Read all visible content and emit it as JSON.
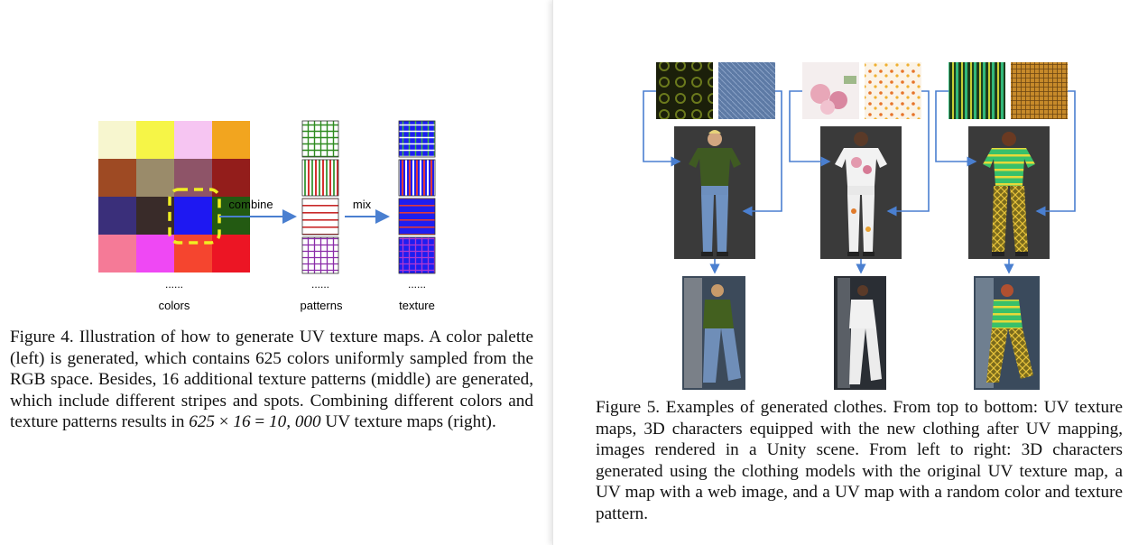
{
  "figure4": {
    "palette": [
      [
        "#f7f6cf",
        "#f6f547",
        "#f6c5f2",
        "#f2a51f"
      ],
      [
        "#9e4a23",
        "#9a8b6a",
        "#8e5468",
        "#931d1b"
      ],
      [
        "#3a2f7a",
        "#392b29",
        "#1e18f2",
        "#235a12"
      ],
      [
        "#f57a97",
        "#ef48f4",
        "#f5452f",
        "#ec1524"
      ]
    ],
    "combine_label": "combine",
    "mix_label": "mix",
    "dots": "......",
    "colors_label": "colors",
    "patterns_label": "patterns",
    "texture_label": "texture",
    "caption_prefix": "Figure 4.",
    "caption_body": "Illustration of how to generate UV texture maps. A color palette (left) is generated, which contains 625 colors uniformly sampled from the RGB space. Besides, 16 additional texture patterns (middle) are generated, which include different stripes and spots. Combining different colors and texture patterns results in",
    "caption_math_a": "625",
    "caption_math_op": "×",
    "caption_math_b": "16",
    "caption_math_eq": "=",
    "caption_math_c": "10, 000",
    "caption_tail": "UV texture maps (right)."
  },
  "figure5": {
    "caption_prefix": "Figure 5.",
    "caption_body": "Examples of generated clothes.  From top to bottom: UV texture maps, 3D characters equipped with the new clothing after UV mapping, images rendered in a Unity scene. From left to right: 3D characters generated using the clothing models with the original UV texture map, a UV map with a web image, and a UV map with a random color and texture pattern."
  },
  "colors": {
    "accent_blue": "#3d6fc4",
    "dashed_yellow": "#f0ee22",
    "arrow_blue": "#4a7fd0"
  }
}
